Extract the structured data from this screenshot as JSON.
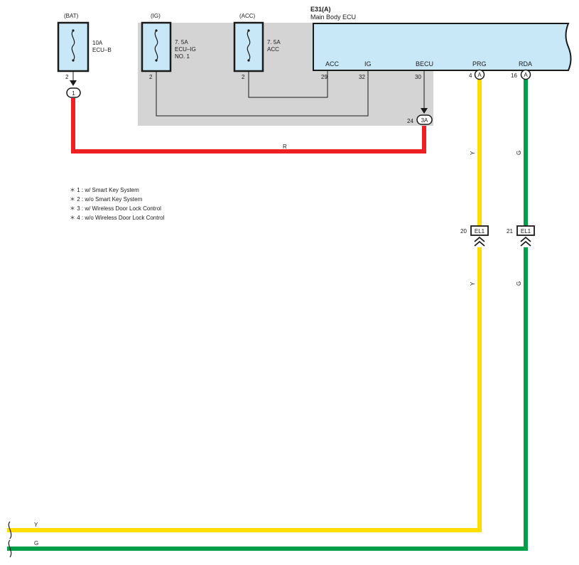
{
  "diagram": {
    "fuses": [
      {
        "source": "(BAT)",
        "rating": "10A",
        "name_line1": "ECU–B",
        "name_line2": "",
        "pin": "2"
      },
      {
        "source": "(IG)",
        "rating": "7. 5A",
        "name_line1": "ECU–IG",
        "name_line2": "NO. 1",
        "pin": "2"
      },
      {
        "source": "(ACC)",
        "rating": "7. 5A",
        "name_line1": "ACC",
        "name_line2": "",
        "pin": "2"
      }
    ],
    "ecu": {
      "code": "E31(A)",
      "name": "Main Body ECU",
      "pins": [
        {
          "label": "ACC",
          "number": "29"
        },
        {
          "label": "IG",
          "number": "32"
        },
        {
          "label": "BECU",
          "number": "30"
        },
        {
          "label": "PRG",
          "number": "4",
          "connector": "A"
        },
        {
          "label": "RDA",
          "number": "16",
          "connector": "A"
        }
      ]
    },
    "splices": [
      {
        "label": "1"
      },
      {
        "number": "24",
        "label": "3A"
      }
    ],
    "connectors": [
      {
        "number": "20",
        "label": "EL1"
      },
      {
        "number": "21",
        "label": "EL1"
      }
    ],
    "wire_labels": {
      "red": "R",
      "yellow": "Y",
      "green": "G"
    },
    "notes": [
      "＊ 1 : w/ Smart Key System",
      "＊ 2 : w/o Smart Key System",
      "＊ 3 : w/ Wireless Door Lock Control",
      "＊ 4 : w/o Wireless Door Lock Control"
    ],
    "colors": {
      "ecu_fill": "#c8e8f8",
      "fuse_fill": "#c8e8f8",
      "shade": "#d4d4d4",
      "red_wire": "#ee2024",
      "yellow_wire": "#ffdd00",
      "green_wire": "#009f48"
    }
  }
}
